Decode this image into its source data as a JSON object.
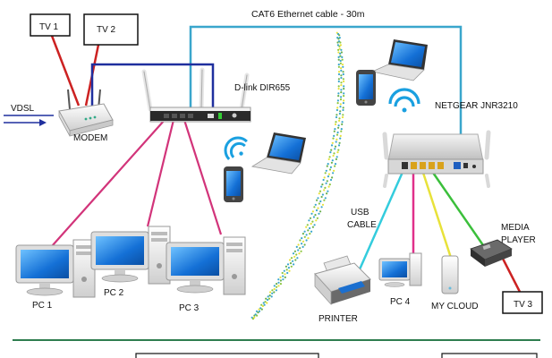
{
  "labels": {
    "cable_title": "CAT6 Ethernet cable - 30m",
    "tv1": "TV 1",
    "tv2": "TV 2",
    "tv3": "TV 3",
    "vdsl": "VDSL",
    "modem": "MODEM",
    "router_dlink": "D-link DIR655",
    "router_netgear": "NETGEAR JNR3210",
    "pc1": "PC 1",
    "pc2": "PC 2",
    "pc3": "PC 3",
    "pc4": "PC 4",
    "usb_line1": "USB",
    "usb_line2": "CABLE",
    "printer": "PRINTER",
    "my_cloud": "MY CLOUD",
    "media_line1": "MEDIA",
    "media_line2": "PLAYER"
  },
  "colors": {
    "tv_cable": "#cc2222",
    "lan_cable": "#1f2f9e",
    "ethernet_cable": "#3aa6cc",
    "pc_cable": "#d2347a",
    "usb_cable": "#33ccdd",
    "pink_cable": "#e0308a",
    "yellow_cable": "#e8e23a",
    "green_cable": "#3bbf3b",
    "divider": "#2e7d4f",
    "wifi": "#1aa0e0"
  },
  "icons": [
    "tv-icon",
    "modem-icon",
    "router-icon",
    "laptop-icon",
    "smartphone-icon",
    "wifi-icon",
    "desktop-pc-icon",
    "printer-icon",
    "nas-drive-icon",
    "media-player-icon"
  ]
}
